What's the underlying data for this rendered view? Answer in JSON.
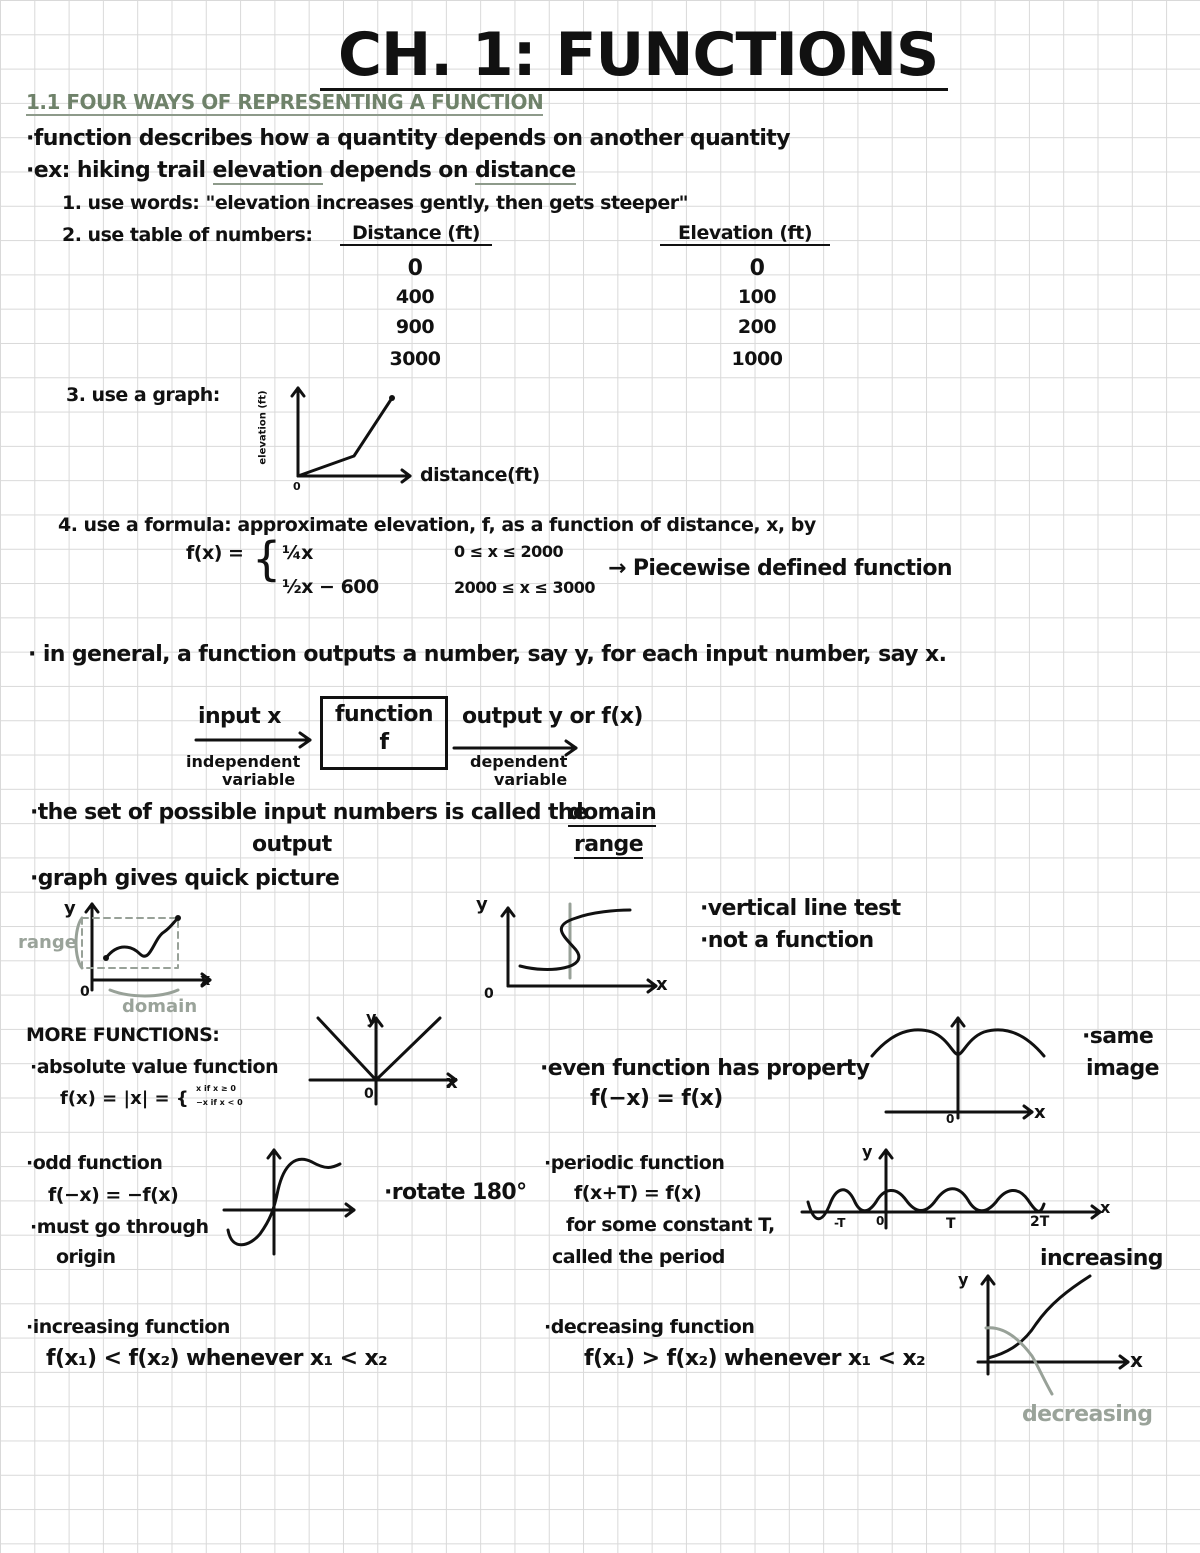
{
  "title": "CH. 1: FUNCTIONS",
  "section_heading": "1.1 FOUR WAYS OF REPRESENTING A FUNCTION",
  "intro": {
    "line1": "·function describes how a quantity depends on another quantity",
    "line2_prefix": "·ex: hiking trail",
    "line2_elevation": "elevation",
    "line2_mid": "depends on",
    "line2_distance": "distance"
  },
  "ways": {
    "words": "1. use words: \"elevation increases gently, then gets steeper\"",
    "table_label": "2. use table of numbers:",
    "graph_label": "3. use a graph:",
    "formula_label": "4. use a formula: approximate elevation, f, as a function of distance, x, by"
  },
  "table": {
    "col1_header": "Distance (ft)",
    "col2_header": "Elevation (ft)",
    "col1_values": [
      "0",
      "400",
      "900",
      "3000"
    ],
    "col2_values": [
      "0",
      "100",
      "200",
      "1000"
    ]
  },
  "mini_graph": {
    "y_label": "elevation (ft)",
    "x_label": "distance(ft)",
    "origin": "0"
  },
  "formula": {
    "lhs": "f(x) =",
    "piece1_expr": "¼x",
    "piece1_cond": "0 ≤ x ≤ 2000",
    "piece2_expr": "½x − 600",
    "piece2_cond": "2000 ≤ x ≤ 3000",
    "note": "→ Piecewise defined function"
  },
  "general": {
    "statement": "· in general, a function outputs a number, say y, for each input number, say x.",
    "input": "input x",
    "box_line1": "function",
    "box_line2": "f",
    "output": "output y  or  f(x)",
    "independent_1": "independent",
    "independent_2": "variable",
    "dependent_1": "dependent",
    "dependent_2": "variable"
  },
  "domain_range": {
    "line1_prefix": "·the set of possible input numbers is called the",
    "domain": "domain",
    "output_word": "output",
    "range": "range"
  },
  "graph_picture": {
    "text": "·graph gives quick picture",
    "y": "y",
    "x": "x",
    "origin": "0",
    "range_label": "range",
    "domain_label": "domain"
  },
  "vlt": {
    "y": "y",
    "x": "x",
    "origin": "0",
    "note1": "·vertical line test",
    "note2": "·not a function"
  },
  "more": {
    "heading": "MORE FUNCTIONS:",
    "abs_title": "·absolute value function",
    "abs_formula": "f(x) = |x| = {",
    "abs_case1": "x   if x ≥ 0",
    "abs_case2": "−x  if x < 0",
    "abs_y": "y",
    "abs_x": "x",
    "abs_origin": "0",
    "even_title": "·even function has property",
    "even_formula": "f(−x) = f(x)",
    "even_note1": "·same",
    "even_note2": "image",
    "even_x": "x",
    "even_origin": "0",
    "odd_title": "·odd function",
    "odd_formula": "f(−x) = −f(x)",
    "odd_note1": "·must go through",
    "odd_note2": "origin",
    "odd_rotate": "·rotate 180°",
    "periodic_title": "·periodic function",
    "periodic_formula": "f(x+T) = f(x)",
    "periodic_note1": "for some constant T,",
    "periodic_note2": "called the period",
    "periodic_y": "y",
    "periodic_x": "x",
    "periodic_ticks": [
      "-T",
      "0",
      "T",
      "2T"
    ],
    "inc_title": "·increasing function",
    "inc_formula": "f(x₁) < f(x₂)  whenever  x₁ < x₂",
    "dec_title": "·decreasing function",
    "dec_formula": "f(x₁) > f(x₂)   whenever    x₁ < x₂",
    "incdec_y": "y",
    "incdec_x": "x",
    "increasing_label": "increasing",
    "decreasing_label": "decreasing"
  }
}
